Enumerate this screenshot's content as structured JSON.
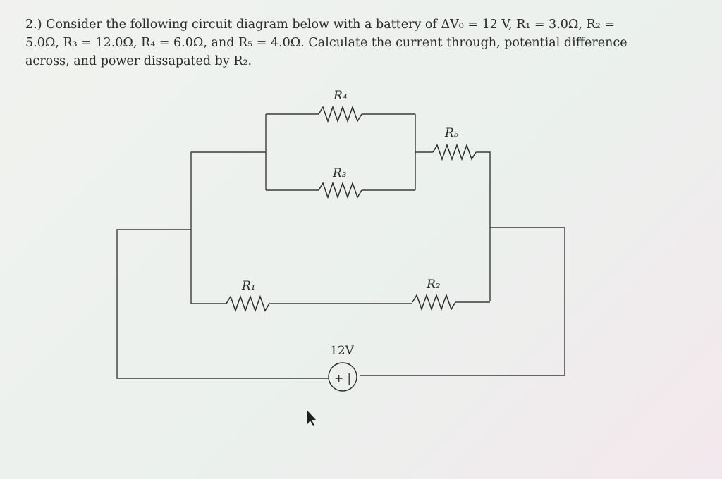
{
  "problem": {
    "line1": "2.) Consider the following circuit diagram below with a battery of ΔV₀ = 12 V, R₁ = 3.0Ω, R₂ =",
    "line2": "5.0Ω, R₃ = 12.0Ω, R₄ = 6.0Ω, and R₅ = 4.0Ω. Calculate the current through, potential difference",
    "line3": "across, and power dissapated by R₂."
  },
  "circuit": {
    "labels": {
      "r1": "R₁",
      "r2": "R₂",
      "r3": "R₃",
      "r4": "R₄",
      "r5": "R₅",
      "battery_voltage": "12V",
      "battery_symbol": "+ |"
    }
  }
}
